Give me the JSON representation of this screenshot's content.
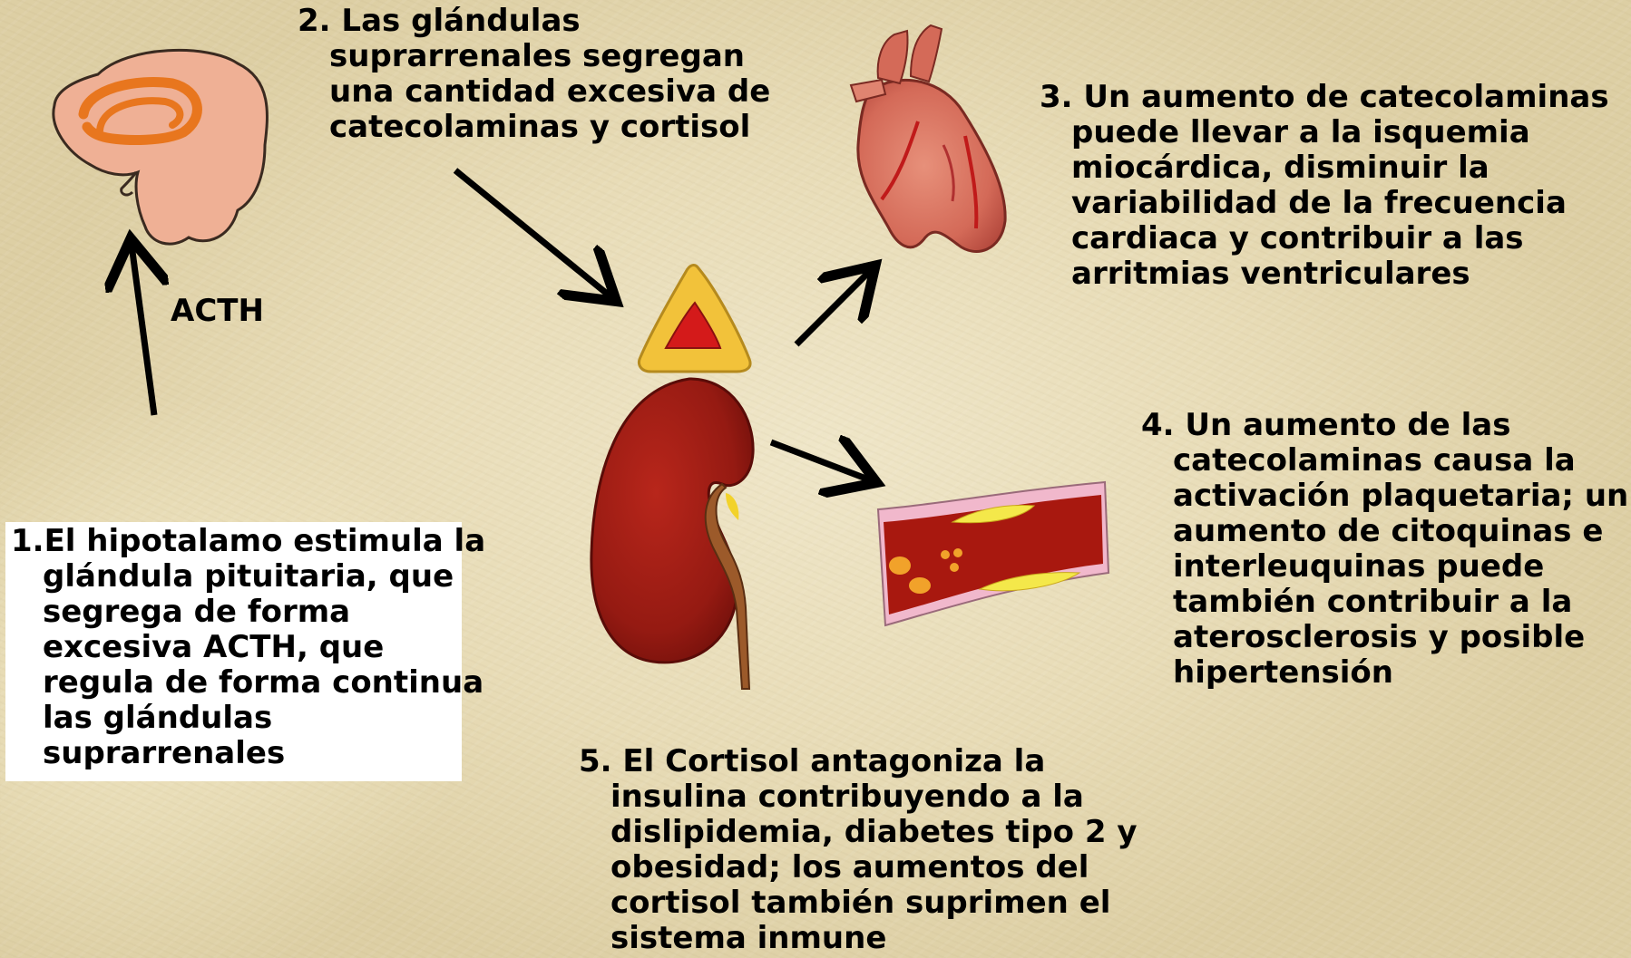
{
  "labels": {
    "acth": "ACTH"
  },
  "steps": [
    {
      "number": "1.",
      "text": "El hipotalamo estimula la glándula pituitaria, que segrega de forma excesiva ACTH, que regula de forma continua las glándulas suprarrenales"
    },
    {
      "number": "2.",
      "text": "Las glándulas suprarrenales segregan una cantidad excesiva de catecolaminas   y cortisol"
    },
    {
      "number": "3.",
      "text": "Un aumento de catecolaminas puede llevar a la isquemia miocárdica, disminuir la variabilidad de la frecuencia cardiaca y contribuir a las arritmias ventriculares"
    },
    {
      "number": "4.",
      "text": "Un aumento de las catecolaminas causa la activación plaquetaria; un aumento de citoquinas e interleuquinas puede también contribuir a la aterosclerosis y posible hipertensión"
    },
    {
      "number": "5.",
      "text": "El Cortisol antagoniza la insulina contribuyendo a la dislipidemia, diabetes tipo 2 y obesidad; los aumentos del cortisol también suprimen el sistema inmune"
    }
  ],
  "colors": {
    "background": "#e8dcb7",
    "kidney": "#9b1b14",
    "adrenal_outer": "#f2c23a",
    "adrenal_inner": "#d41a1a",
    "brain": "#efb095",
    "brain_inner": "#e8761e",
    "vessel_wall": "#f1b8cc",
    "vessel_lumen": "#a8180f",
    "plaque": "#f4e84a"
  },
  "icons": [
    "brain-icon",
    "adrenal-gland-icon",
    "kidney-icon",
    "heart-icon",
    "blood-vessel-icon"
  ]
}
